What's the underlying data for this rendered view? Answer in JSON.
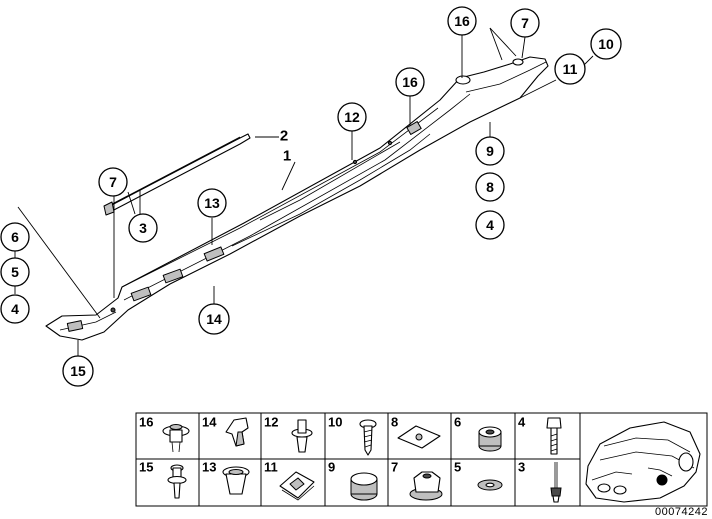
{
  "callouts": {
    "c16a": "16",
    "c7a": "7",
    "c10": "10",
    "c11": "11",
    "c16b": "16",
    "c12": "12",
    "c9": "9",
    "c8": "8",
    "c4a": "4",
    "c7b": "7",
    "c3": "3",
    "c13": "13",
    "c6": "6",
    "c5": "5",
    "c4b": "4",
    "c14": "14",
    "c15": "15"
  },
  "labels": {
    "label2": "2",
    "label1": "1"
  },
  "legend": {
    "top": [
      "16",
      "14",
      "12",
      "10",
      "8",
      "6",
      "4"
    ],
    "bottom": [
      "15",
      "13",
      "11",
      "9",
      "7",
      "5",
      "3"
    ]
  },
  "doc_number": "00074242"
}
